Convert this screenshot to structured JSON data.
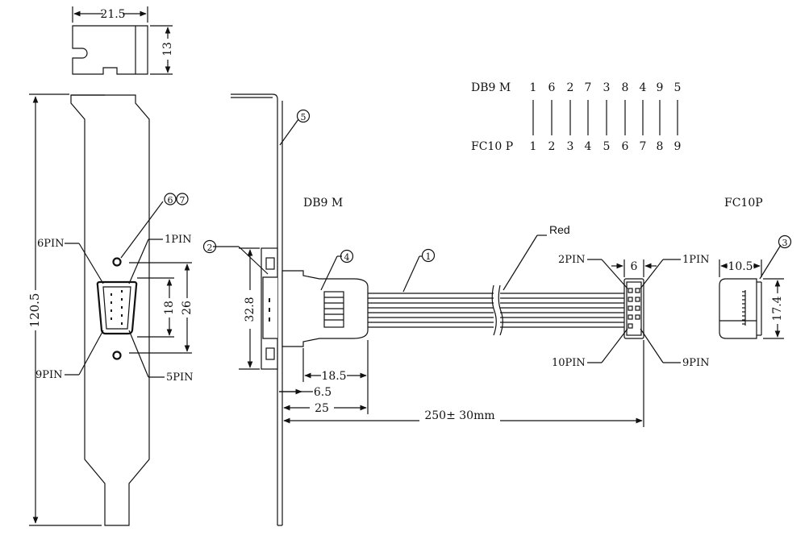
{
  "dimensions": {
    "top_width": "21.5",
    "top_height": "13",
    "bracket_height": "120.5",
    "port_inner": "18",
    "port_outer": "26",
    "flange_height": "32.8",
    "housing_len": "18.5",
    "flange_offset": "6.5",
    "connector_len": "25",
    "cable_length": "250± 30mm",
    "header_pitch": "6",
    "fc_depth": "10.5",
    "fc_height": "17.4"
  },
  "labels": {
    "pin6": "6PIN",
    "pin1_left": "1PIN",
    "pin9_left": "9PIN",
    "pin5": "5PIN",
    "db9m": "DB9 M",
    "fc10p": "FC10P",
    "red": "Red",
    "pin2": "2PIN",
    "pin1_right": "1PIN",
    "pin10": "10PIN",
    "pin9_right": "9PIN"
  },
  "callouts": {
    "c1": "1",
    "c2": "2",
    "c3": "3",
    "c4": "4",
    "c5": "5",
    "c6": "6",
    "c7": "7"
  },
  "pin_table": {
    "db9_label": "DB9 M",
    "fc10_label": "FC10 P",
    "db9_pins": [
      "1",
      "6",
      "2",
      "7",
      "3",
      "8",
      "4",
      "9",
      "5"
    ],
    "fc10_pins": [
      "1",
      "2",
      "3",
      "4",
      "5",
      "6",
      "7",
      "8",
      "9"
    ]
  },
  "colors": {
    "line": "#111111",
    "background": "#ffffff"
  }
}
